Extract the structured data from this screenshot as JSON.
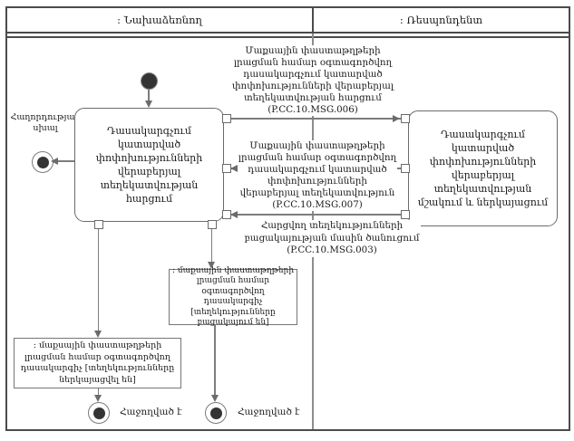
{
  "diagram": {
    "lanes": {
      "initiator": ": Նախաձեռնող",
      "respondent": ": Ռեսպոնդենտ"
    },
    "activities": {
      "request": "Դասակարգչում կատարված փոփոխությունների վերաբերյալ տեղեկատվության հարցում",
      "process": "Դասակարգչում կատարված փոփոխությունների վերաբերյալ տեղեկատվության մշակում և ներկայացում"
    },
    "messages": {
      "msg006": "Մաքսային փաստաթղթերի լրացման համար օգտագործվող դասակարգչում կատարված փոփոխությունների վերաբերյալ տեղեկատվության հարցում (P.CC.10.MSG.006)",
      "msg007": "Մաքսային փաստաթղթերի լրացման համար օգտագործվող դասակարգչում կատարված փոփոխությունների վերաբերյալ տեղեկատվություն (P.CC.10.MSG.007)",
      "msg003": "Հարցվող տեղեկությունների բացակայության մասին ծանուցում (P.CC.10.MSG.003)"
    },
    "objects": {
      "classifier_absent": ": մաքսային փաստաթղթերի լրացման համար օգտագործվող դասակարգիչ [տեղեկությունները բացակայում են]",
      "classifier_presented": ": մաքսային փաստաթղթերի լրացման համար օգտագործվող դասակարգիչ [տեղեկությունները ներկայացվել են]"
    },
    "terminals": {
      "error": "Հաղորդության սխալ",
      "success_left": "Հաջողված է",
      "success_right": "Հաջողված է"
    },
    "colors": {
      "border": "#4b4b4b",
      "line": "#7d7d7d",
      "node_fill": "#343434",
      "text": "#1a1a1a",
      "background": "#ffffff"
    }
  }
}
